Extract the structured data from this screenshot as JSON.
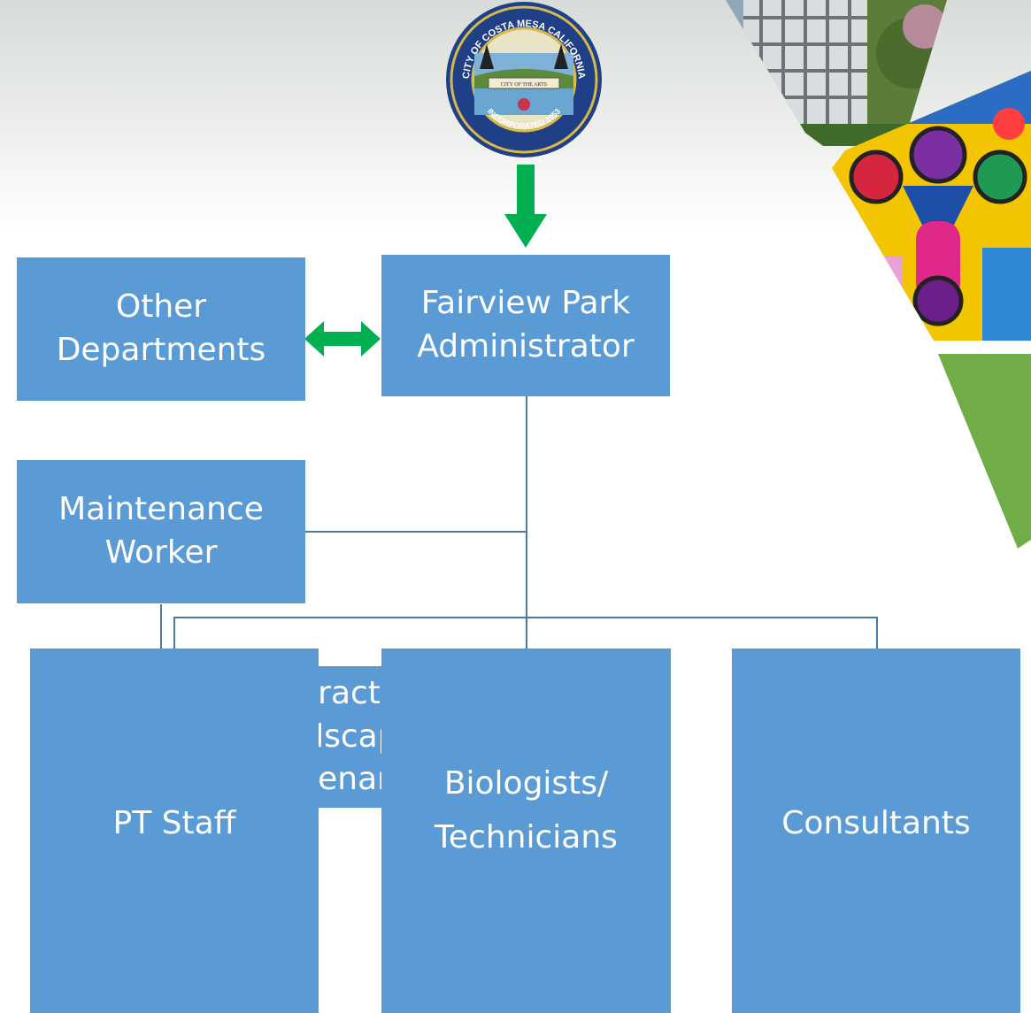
{
  "seal": {
    "ring_text_top": "CITY OF COSTA MESA CALIFORNIA",
    "ring_text_bottom": "INCORPORATED 1953",
    "banner": "CITY OF THE ARTS"
  },
  "nodes": {
    "other_departments": "Other\nDepartments",
    "administrator": "Fairview Park\nAdministrator",
    "maintenance_worker": "Maintenance\nWorker",
    "contracted_landscape": "Contracted\nLandscape\nMaintenance",
    "pt_staff": "PT Staff",
    "biologists": "Biologists/\nTechnicians",
    "consultants": "Consultants"
  },
  "colors": {
    "box": "#5b9bd5",
    "connector": "#4a7aa3",
    "arrow": "#00b050",
    "accent_green": "#70ad47"
  }
}
